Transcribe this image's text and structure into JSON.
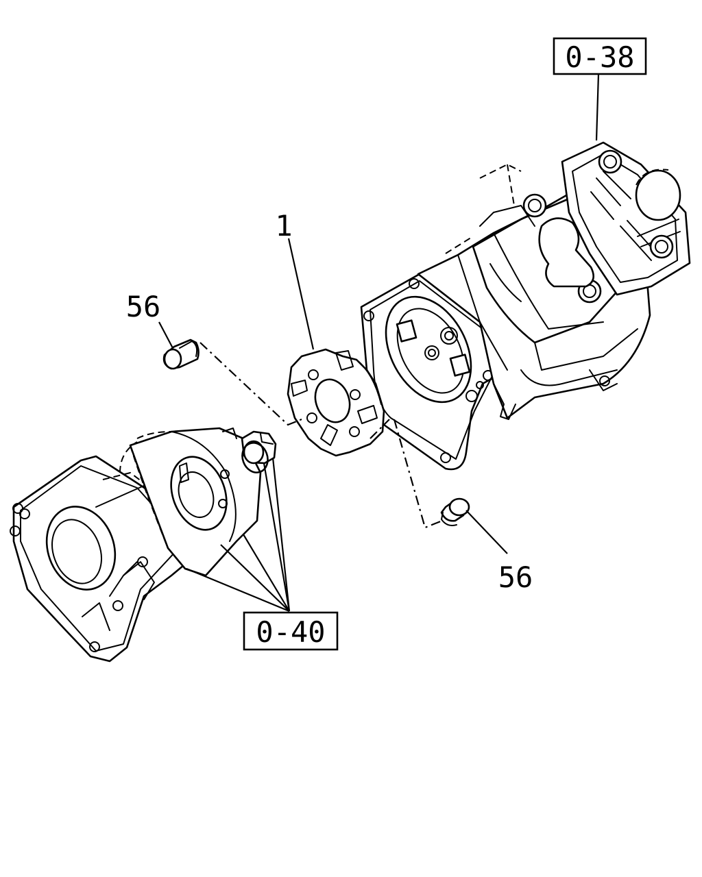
{
  "callouts": {
    "ref_top": "0-38",
    "ref_bottom": "0-40",
    "part_coupling": "1",
    "part_screw_upper": "56",
    "part_screw_lower": "56"
  }
}
